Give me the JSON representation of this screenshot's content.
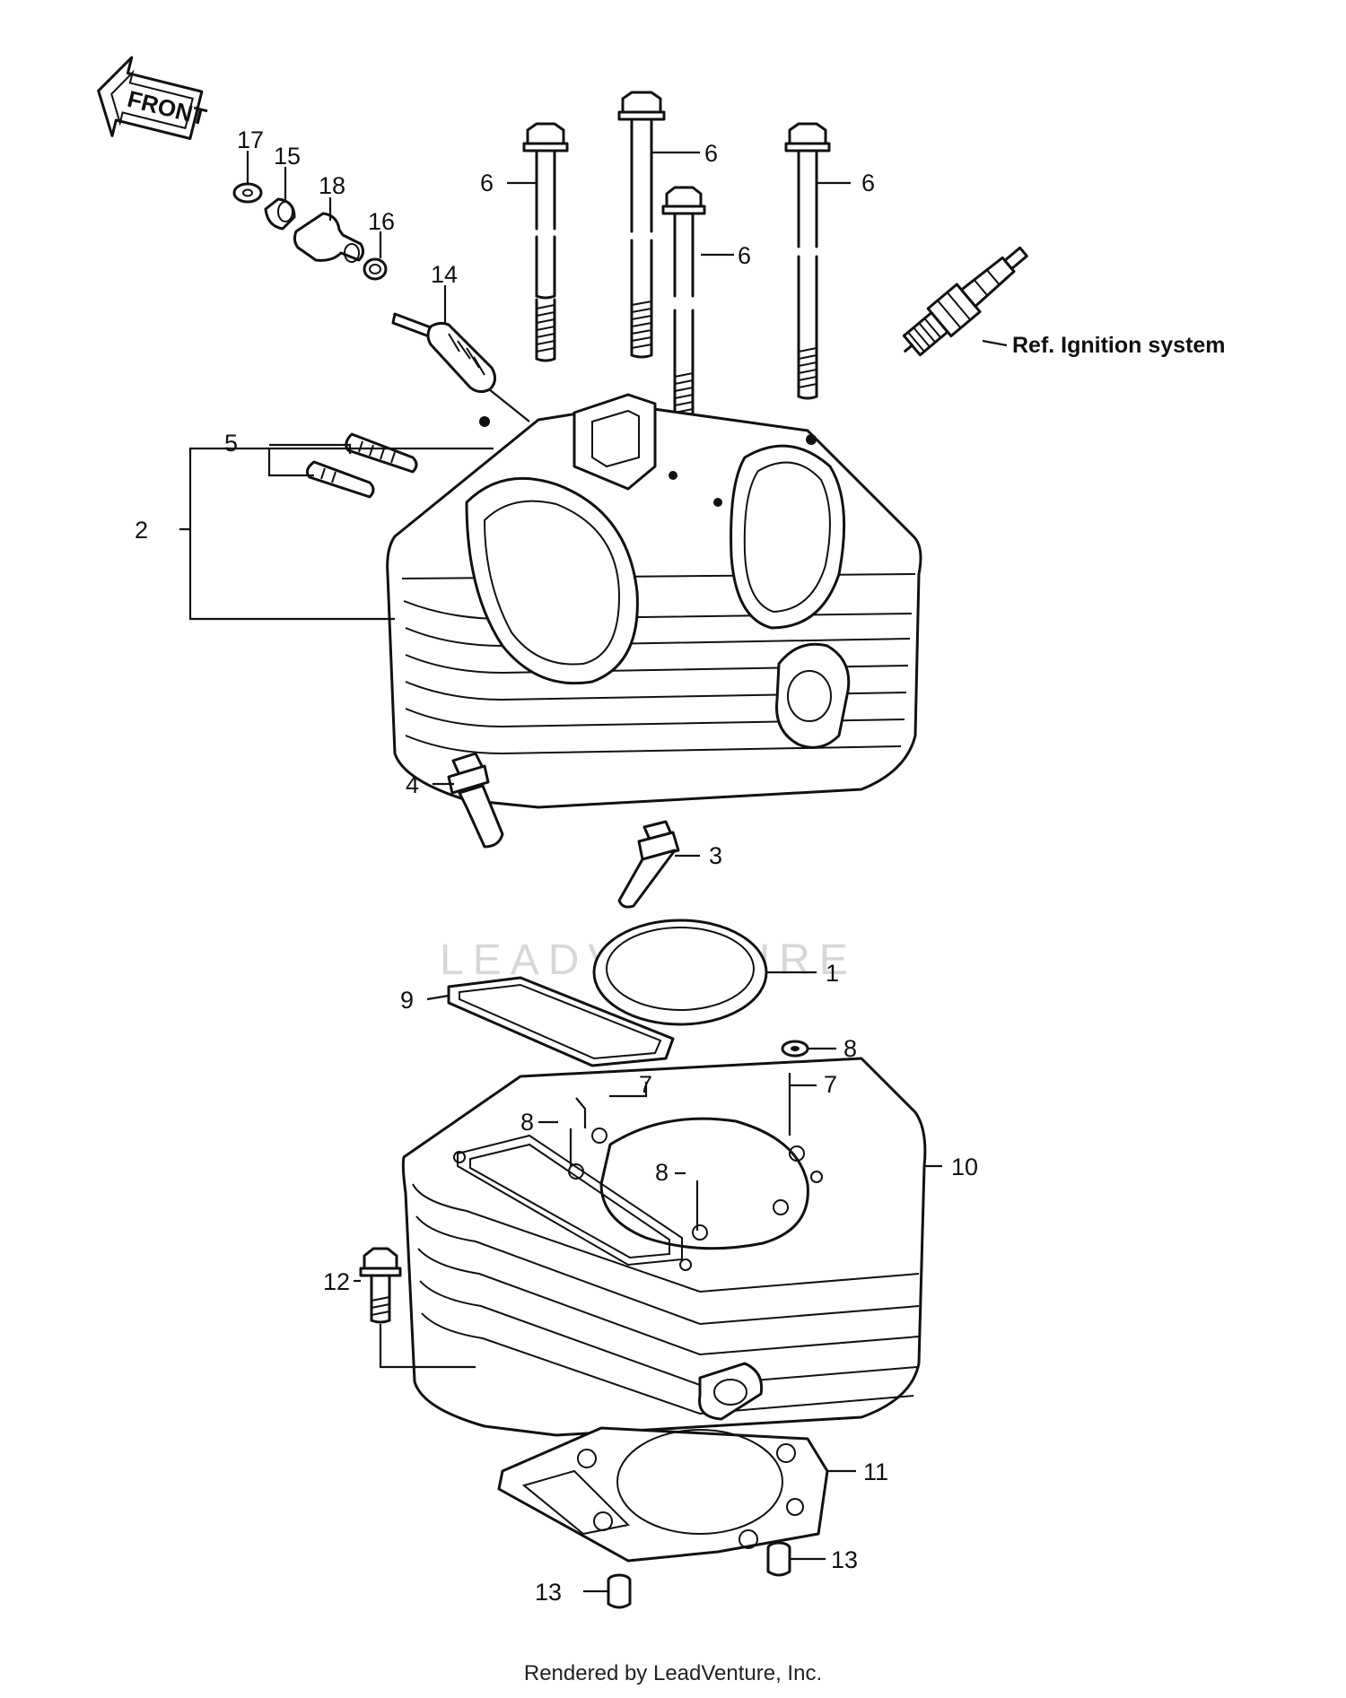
{
  "front_label": "FRONT",
  "reference_note": "Ref. Ignition system",
  "watermark": "LEADVENTURE",
  "footer": "Rendered by LeadVenture, Inc.",
  "callouts": {
    "c1": "1",
    "c2": "2",
    "c3": "3",
    "c4": "4",
    "c5": "5",
    "c6": "6",
    "c7": "7",
    "c8": "8",
    "c9": "9",
    "c10": "10",
    "c11": "11",
    "c12": "12",
    "c13": "13",
    "c14": "14",
    "c15": "15",
    "c16": "16",
    "c17": "17",
    "c18": "18"
  }
}
